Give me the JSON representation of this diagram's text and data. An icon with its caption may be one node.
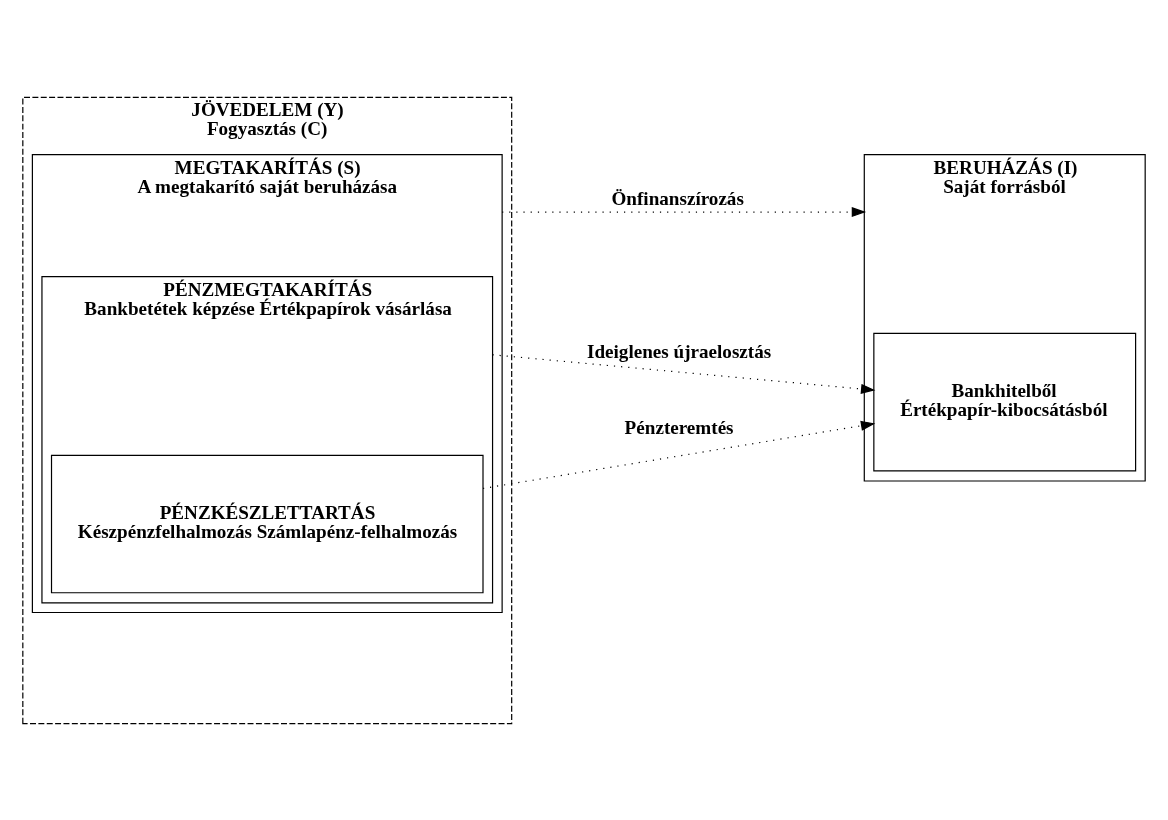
{
  "diagram": {
    "nodes": [
      {
        "text": [
          "JÖVEDELEM (Y)",
          "Fogyasztás (C)"
        ]
      },
      {
        "text": [
          "MEGTAKARÍTÁS (S)",
          "A megtakarító saját beruházása"
        ],
        "in": 0
      },
      {
        "text": [
          "PÉNZMEGTAKARÍTÁS",
          "Bankbetétek képzése Értékpapírok vásárlása"
        ],
        "in": 1
      },
      {
        "text": [
          "PÉNZKÉSZLETTARTÁS",
          "Készpénzfelhalmozás Számlapénz-felhalmozás"
        ],
        "in": 2
      },
      {
        "text": [
          "BERUHÁZÁS (I)",
          "Saját forrásból"
        ]
      },
      {
        "text": [
          "Bankhitelből",
          "Értékpapír-kibocsátásból"
        ],
        "in": 4
      }
    ],
    "edges": [
      {
        "from": 1,
        "to": 4,
        "arrow": "to",
        "label": "Önfinanszírozás"
      },
      {
        "from": 2,
        "to": 5,
        "arrow": "to",
        "label": "Ideiglenes újraelosztás"
      },
      {
        "from": 3,
        "to": 5,
        "arrow": "to",
        "label": "Pénzteremtés"
      }
    ]
  }
}
